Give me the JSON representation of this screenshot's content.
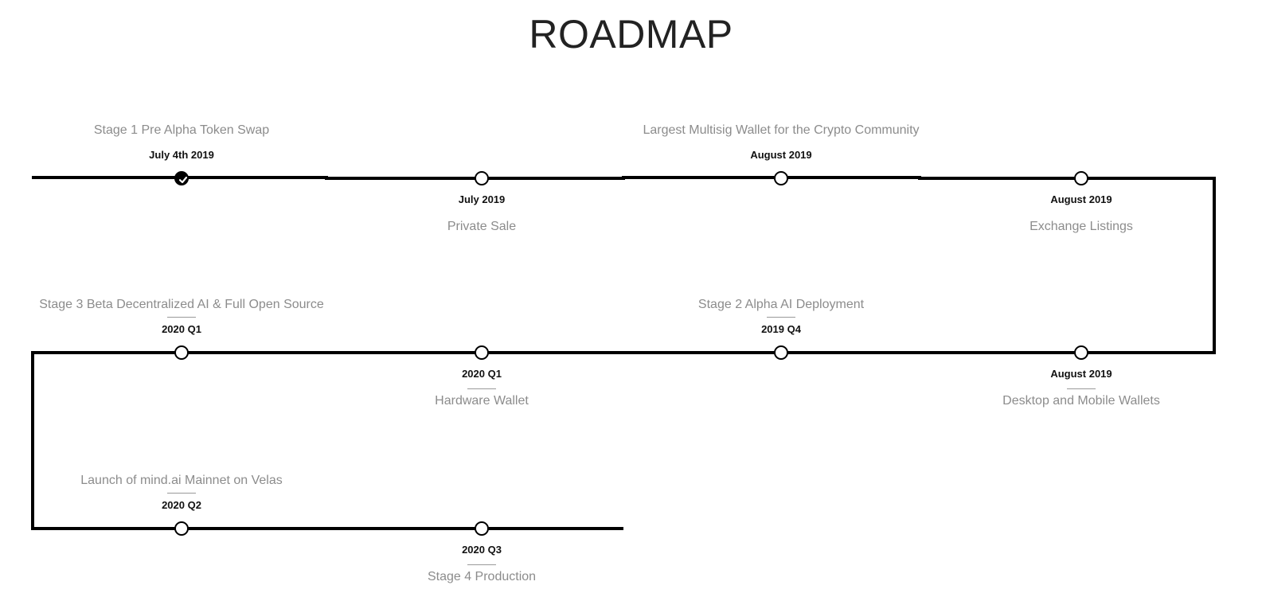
{
  "page": {
    "title": "ROADMAP"
  },
  "milestones": [
    {
      "label": "Stage 1 Pre Alpha Token Swap",
      "date": "July 4th 2019",
      "status": "completed",
      "icon": "check-icon"
    },
    {
      "label": "Private Sale",
      "date": "July 2019",
      "status": "upcoming"
    },
    {
      "label": "Largest Multisig Wallet for the Crypto Community",
      "date": "August 2019",
      "status": "upcoming"
    },
    {
      "label": "Exchange Listings",
      "date": "August 2019",
      "status": "upcoming"
    },
    {
      "label": "Desktop and Mobile Wallets",
      "date": "August 2019",
      "status": "upcoming"
    },
    {
      "label": "Stage 2 Alpha AI Deployment",
      "date": "2019 Q4",
      "status": "upcoming"
    },
    {
      "label": "Hardware Wallet",
      "date": "2020 Q1",
      "status": "upcoming"
    },
    {
      "label": "Stage 3 Beta Decentralized AI & Full Open Source",
      "date": "2020 Q1",
      "status": "upcoming"
    },
    {
      "label": "Launch of mind.ai Mainnet on Velas",
      "date": "2020 Q2",
      "status": "upcoming"
    },
    {
      "label": "Stage 4 Production",
      "date": "2020 Q3",
      "status": "upcoming"
    }
  ],
  "colors": {
    "line": "#000000",
    "label": "#8c8c8c",
    "date": "#111111",
    "title": "#222222"
  }
}
